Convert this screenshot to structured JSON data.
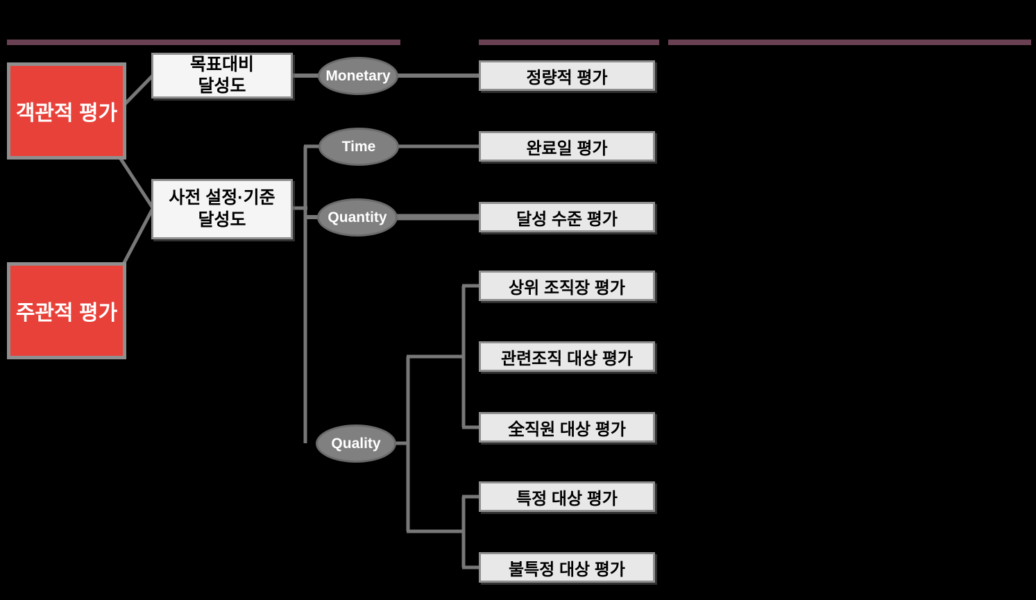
{
  "colors": {
    "background": "#000000",
    "divider_bar": "#6a4153",
    "red_node_fill": "#e8413a",
    "red_node_border": "#8f8f8f",
    "criteria_node_fill": "#f5f5f5",
    "result_node_fill": "#e8e8e8",
    "node_border": "#8f8f8f",
    "ellipse_fill": "#808080",
    "connector": "#787878",
    "text_light": "#ffffff",
    "text_dark": "#000000"
  },
  "left_nodes": [
    {
      "label": "객관적 평가"
    },
    {
      "label": "주관적 평가"
    }
  ],
  "criteria_nodes": [
    {
      "label": "목표대비\n달성도"
    },
    {
      "label": "사전 설정·기준\n달성도"
    }
  ],
  "category_ellipses": [
    {
      "label": "Monetary"
    },
    {
      "label": "Time"
    },
    {
      "label": "Quantity"
    },
    {
      "label": "Quality"
    }
  ],
  "result_boxes": [
    {
      "label": "정량적 평가"
    },
    {
      "label": "완료일 평가"
    },
    {
      "label": "달성 수준 평가"
    },
    {
      "label": "상위 조직장 평가"
    },
    {
      "label": "관련조직 대상 평가"
    },
    {
      "label": "全직원 대상 평가"
    },
    {
      "label": "특정 대상 평가"
    },
    {
      "label": "불특정 대상 평가"
    }
  ]
}
